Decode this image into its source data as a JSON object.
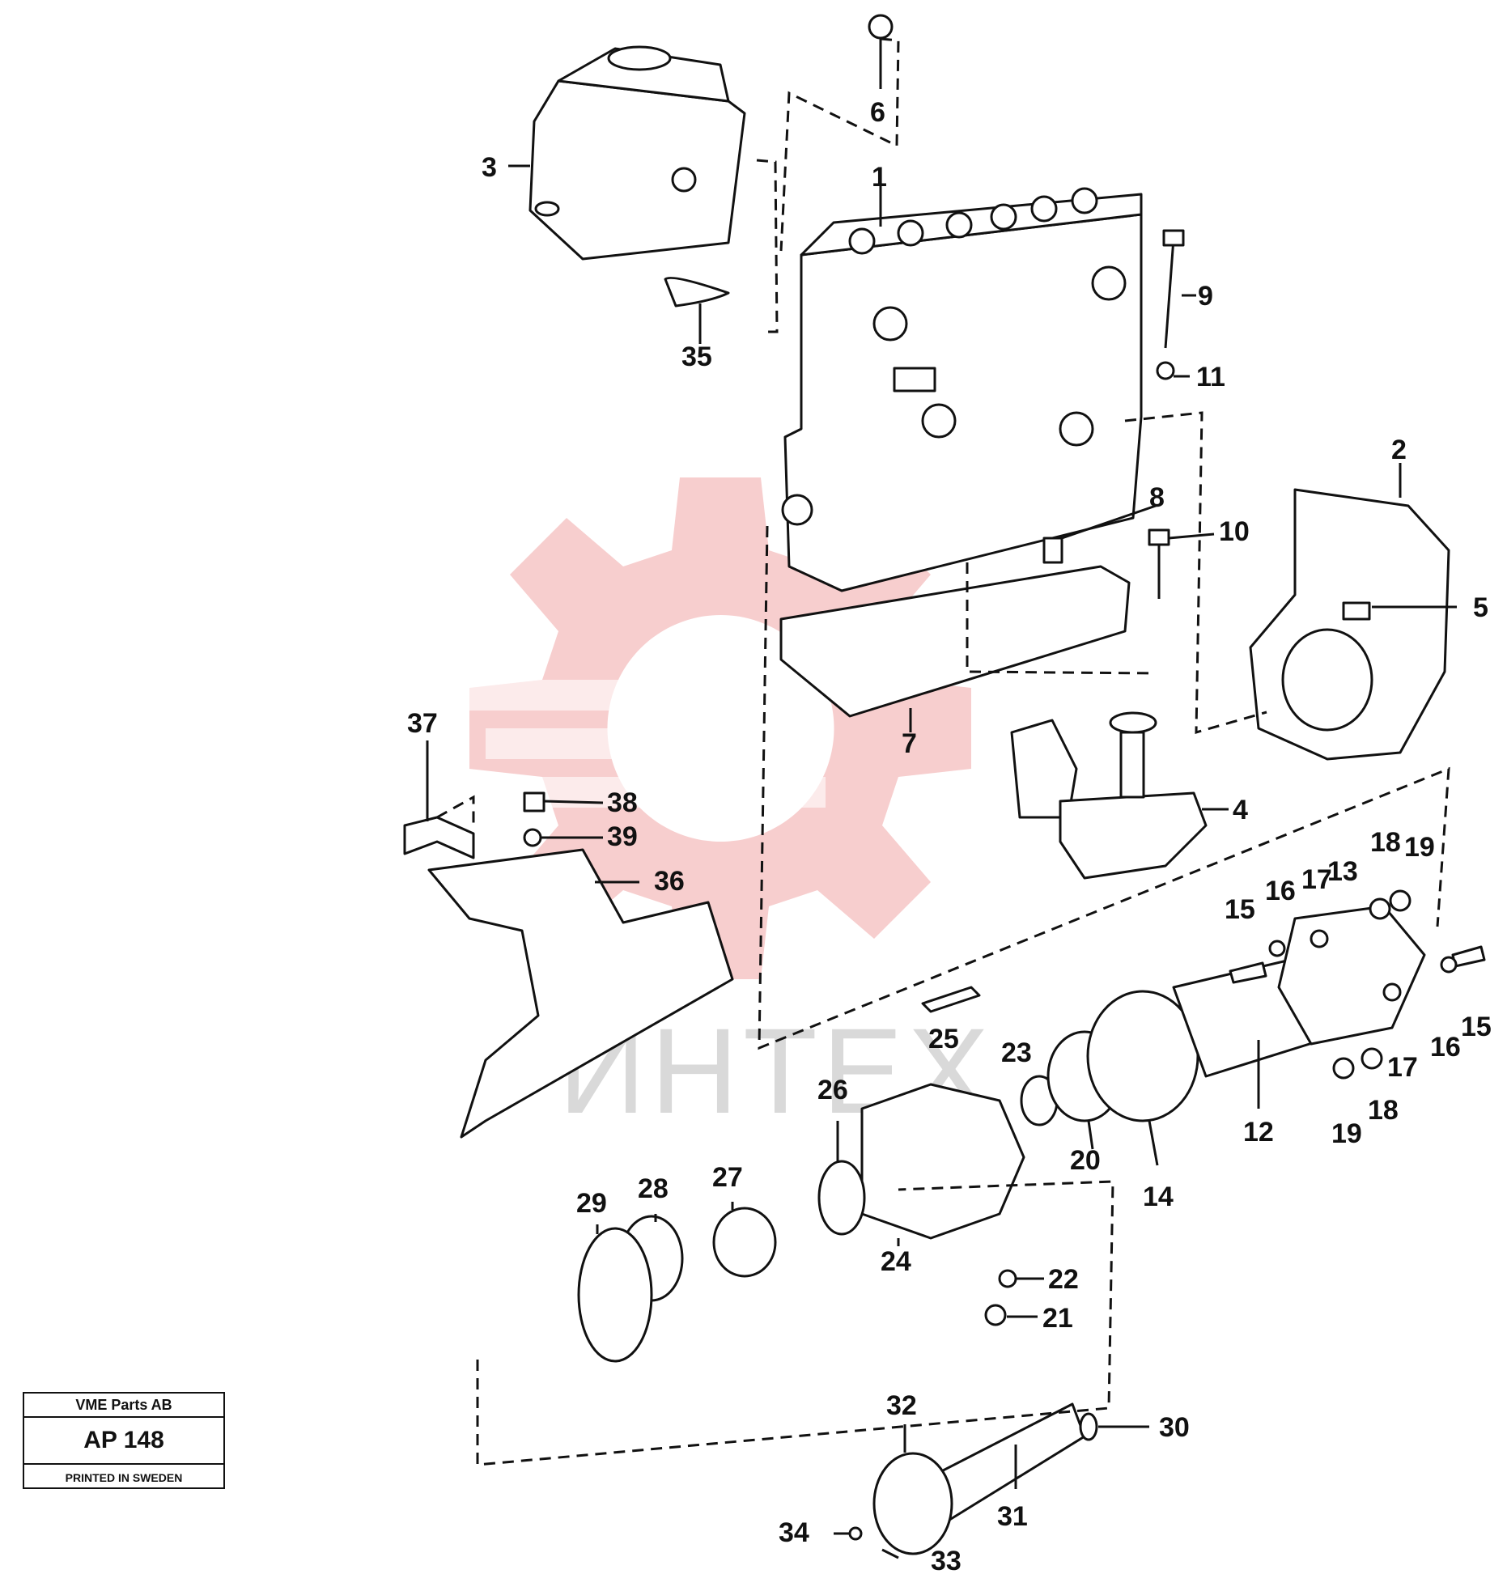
{
  "watermark": {
    "text": "ИНТЕХ",
    "gear_color": "#f6c6c6",
    "text_color": "#d9d9d9"
  },
  "title_block": {
    "company": "VME Parts AB",
    "plate": "AP 148",
    "footer": "PRINTED IN SWEDEN"
  },
  "callouts": {
    "n1": "1",
    "n2": "2",
    "n3": "3",
    "n4": "4",
    "n5": "5",
    "n6": "6",
    "n7": "7",
    "n8": "8",
    "n9": "9",
    "n10": "10",
    "n11": "11",
    "n12": "12",
    "n13": "13",
    "n14": "14",
    "n15a": "15",
    "n15b": "15",
    "n16a": "16",
    "n16b": "16",
    "n17a": "17",
    "n17b": "17",
    "n18a": "18",
    "n18b": "18",
    "n19a": "19",
    "n19b": "19",
    "n20": "20",
    "n21": "21",
    "n22": "22",
    "n23": "23",
    "n24": "24",
    "n25": "25",
    "n26": "26",
    "n27": "27",
    "n28": "28",
    "n29": "29",
    "n30": "30",
    "n31": "31",
    "n32": "32",
    "n33": "33",
    "n34": "34",
    "n35": "35",
    "n36": "36",
    "n37": "37",
    "n38": "38",
    "n39": "39"
  }
}
